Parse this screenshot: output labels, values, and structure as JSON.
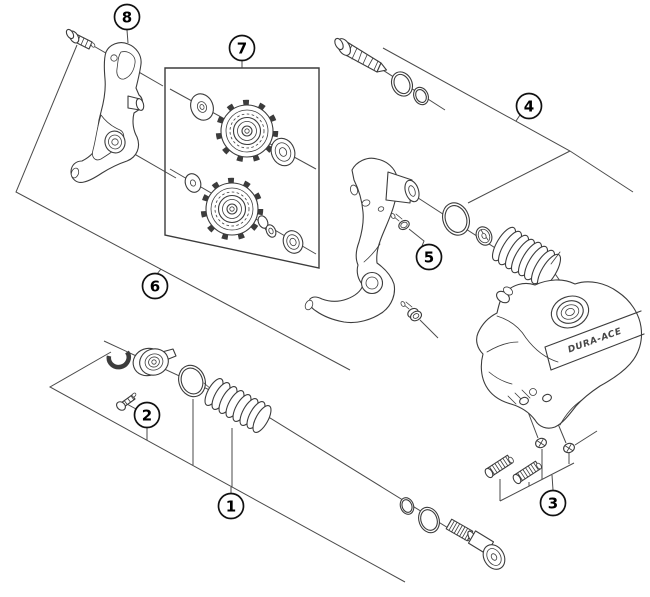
{
  "figure": {
    "background": "#ffffff",
    "ink": "#3c3c3c",
    "callout_color": "#111111"
  },
  "brand_label": "DURA-ACE",
  "callouts": [
    {
      "number": "1"
    },
    {
      "number": "2"
    },
    {
      "number": "3"
    },
    {
      "number": "4"
    },
    {
      "number": "5"
    },
    {
      "number": "6"
    },
    {
      "number": "7"
    },
    {
      "number": "8"
    }
  ]
}
